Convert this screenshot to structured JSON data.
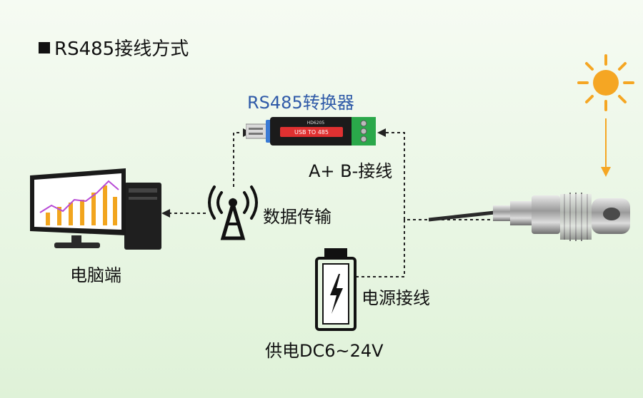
{
  "title": "RS485接线方式",
  "converter": {
    "label": "RS485转换器",
    "device_top_text": "HD6205",
    "device_main_text": "USB TO 485",
    "terminal_label": "A+ B-接线"
  },
  "wireless": {
    "label": "数据传输"
  },
  "computer": {
    "label": "电脑端"
  },
  "power": {
    "wiring_label": "电源接线",
    "supply_label": "供电DC6~24V"
  },
  "colors": {
    "converter_label": "#2f5aa8",
    "sun": "#f5a623",
    "terminal": "#2aa84a",
    "device_body": "#1b1b1b",
    "device_band": "#e03131"
  }
}
